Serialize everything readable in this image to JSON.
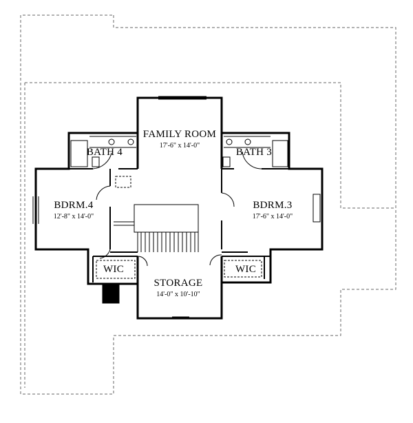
{
  "plan": {
    "rooms": [
      {
        "name": "FAMILY ROOM",
        "dims": "17'-6\" x 14'-0\""
      },
      {
        "name": "BATH 4",
        "dims": ""
      },
      {
        "name": "BATH 3",
        "dims": ""
      },
      {
        "name": "BDRM.4",
        "dims": "12'-8\" x 14'-0\""
      },
      {
        "name": "BDRM.3",
        "dims": "17'-6\" x 14'-0\""
      },
      {
        "name": "WIC",
        "dims": ""
      },
      {
        "name": "WIC",
        "dims": ""
      },
      {
        "name": "STORAGE",
        "dims": "14'-0\" x 10'-10\""
      }
    ],
    "colors": {
      "wall": "#000000",
      "outline": "#666666",
      "background": "#ffffff"
    }
  }
}
